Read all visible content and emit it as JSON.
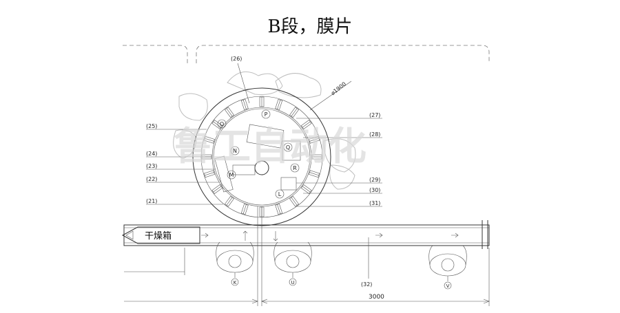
{
  "title": "B段，膜片",
  "watermark": "鲁工自动化",
  "circle_dim": "⌀1900",
  "dryer_label": "干燥箱",
  "bottom_dim": "3000",
  "callouts_left": [
    "(25)",
    "(24)",
    "(23)",
    "(22)",
    "(21)"
  ],
  "callouts_right": [
    "(27)",
    "(28)",
    "(29)",
    "(30)",
    "(31)"
  ],
  "callout_top": "(26)",
  "callout_conveyor": "(32)",
  "station_letters": [
    "P",
    "O",
    "Q",
    "N",
    "R",
    "M",
    "L"
  ],
  "operators": [
    "K",
    "U",
    "V"
  ],
  "colors": {
    "line": "#333333",
    "ghost": "#bdbdbd",
    "watermark": "#d9d9d9"
  }
}
